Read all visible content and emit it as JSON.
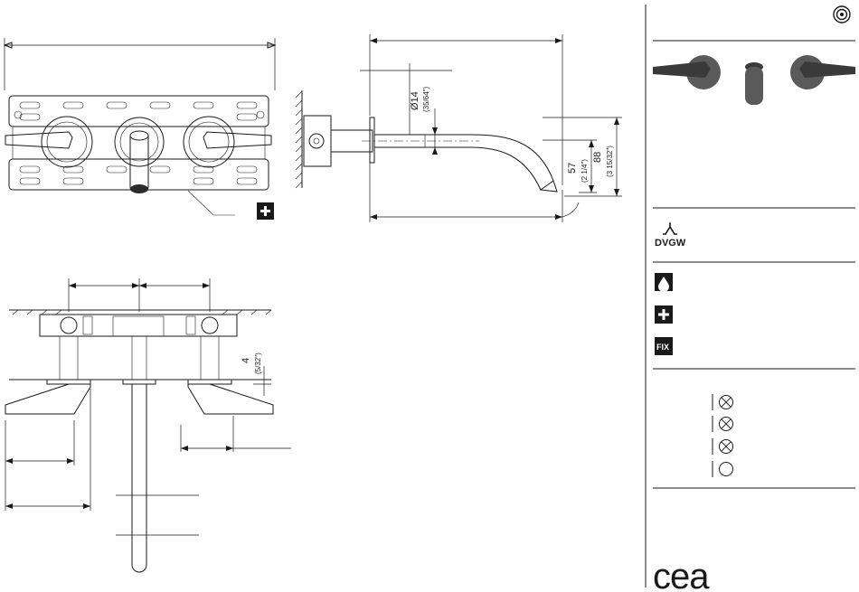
{
  "views": {
    "side": {
      "diameter_label": "Ø14",
      "diameter_sub": "(35/64\")",
      "height1_label": "57",
      "height1_sub": "(2 1/4\")",
      "height2_label": "88",
      "height2_sub": "(3 15/32\")"
    },
    "bottom": {
      "gap_label": "4",
      "gap_sub": "(5/32\")"
    },
    "front": {
      "badge": "plus"
    }
  },
  "sidebar": {
    "top_icon": "concentric-circles-icon",
    "certification": "DVGW",
    "badges": [
      {
        "icon": "water-drop-icon"
      },
      {
        "icon": "plus-icon"
      },
      {
        "icon": "fix-icon",
        "label": "FIX"
      }
    ],
    "flow_rows": [
      {
        "icon": "crossed-circle-icon"
      },
      {
        "icon": "crossed-circle-icon"
      },
      {
        "icon": "crossed-circle-icon"
      },
      {
        "icon": "open-circle-icon"
      }
    ],
    "brand": "cea"
  }
}
